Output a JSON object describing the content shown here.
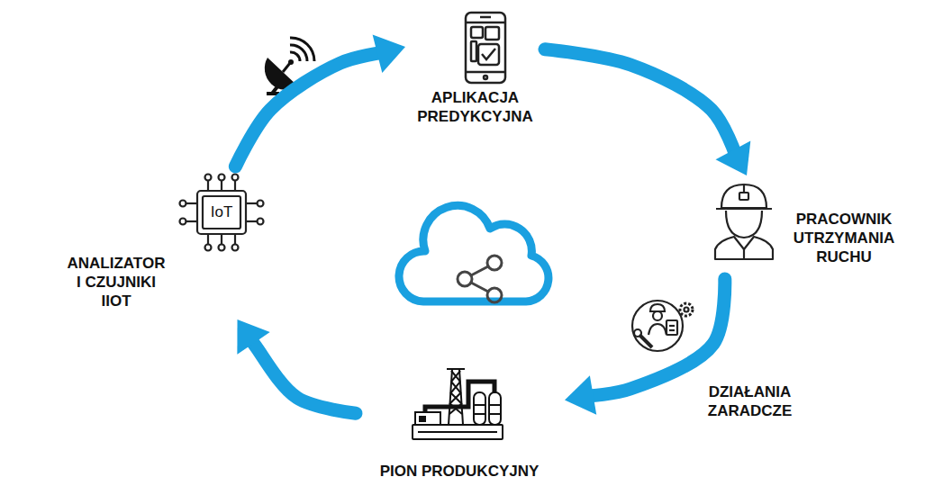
{
  "diagram": {
    "nodes": [
      {
        "text": [
          "APLIKACJA PREDYKCYJNA"
        ]
      },
      {
        "text": [
          "PRACOWNIK UTRZYMANIA RUCHU"
        ]
      },
      {
        "text": [
          "PION PRODUKCYJNY"
        ]
      },
      {
        "text": [
          "ANALIZATOR I CZUJNIKI IIOT"
        ]
      }
    ],
    "edges": [
      {
        "from": 3,
        "to": 0,
        "arrow": "to"
      },
      {
        "from": 0,
        "to": 1,
        "arrow": "to"
      },
      {
        "from": 1,
        "to": 2,
        "label": "DZIAŁANIA ZARADCZE",
        "arrow": "to"
      },
      {
        "from": 2,
        "to": 3,
        "arrow": "to"
      }
    ],
    "labels": [
      "IoT"
    ]
  }
}
